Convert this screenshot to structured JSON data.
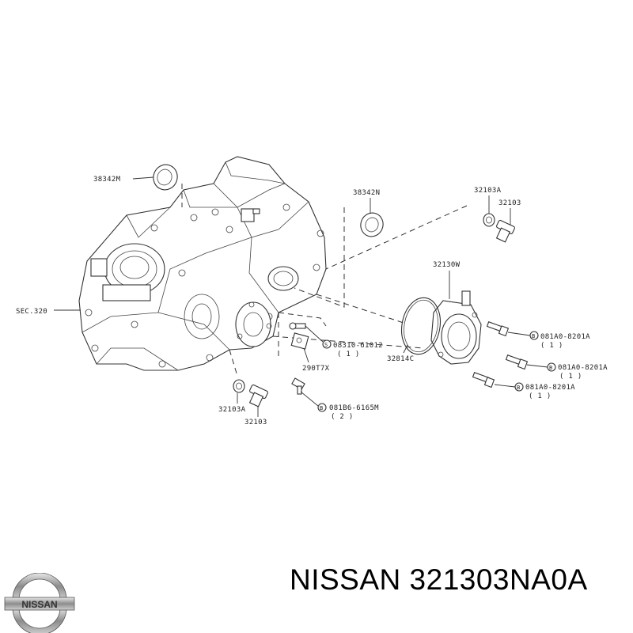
{
  "labels": {
    "l38342m_left": "38342M",
    "l38342n": "38342N",
    "l32103a_top": "32103A",
    "l32103_top": "32103",
    "l32130w": "32130W",
    "lsec320": "SEC.320",
    "l08310": "08310-61012",
    "l08310_qty": "( 1 )",
    "l290t7x": "290T7X",
    "l32814c": "32814C",
    "l081a0_1": "081A0-8201A",
    "l081a0_1_qty": "( 1 )",
    "l081a0_2": "081A0-8201A",
    "l081a0_2_qty": "( 1 )",
    "l081a0_3": "081A0-8201A",
    "l081a0_3_qty": "( 1 )",
    "l081b6": "081B6-6165M",
    "l081b6_qty": "( 2 )",
    "l32103a_bottom": "32103A",
    "l32103_bottom": "32103",
    "sym_s": "S",
    "sym_b1": "B",
    "sym_b2": "B",
    "sym_b3": "B",
    "sym_b4": "B"
  },
  "caption": "NISSAN 321303NA0A",
  "logo": {
    "text": "NISSAN"
  }
}
